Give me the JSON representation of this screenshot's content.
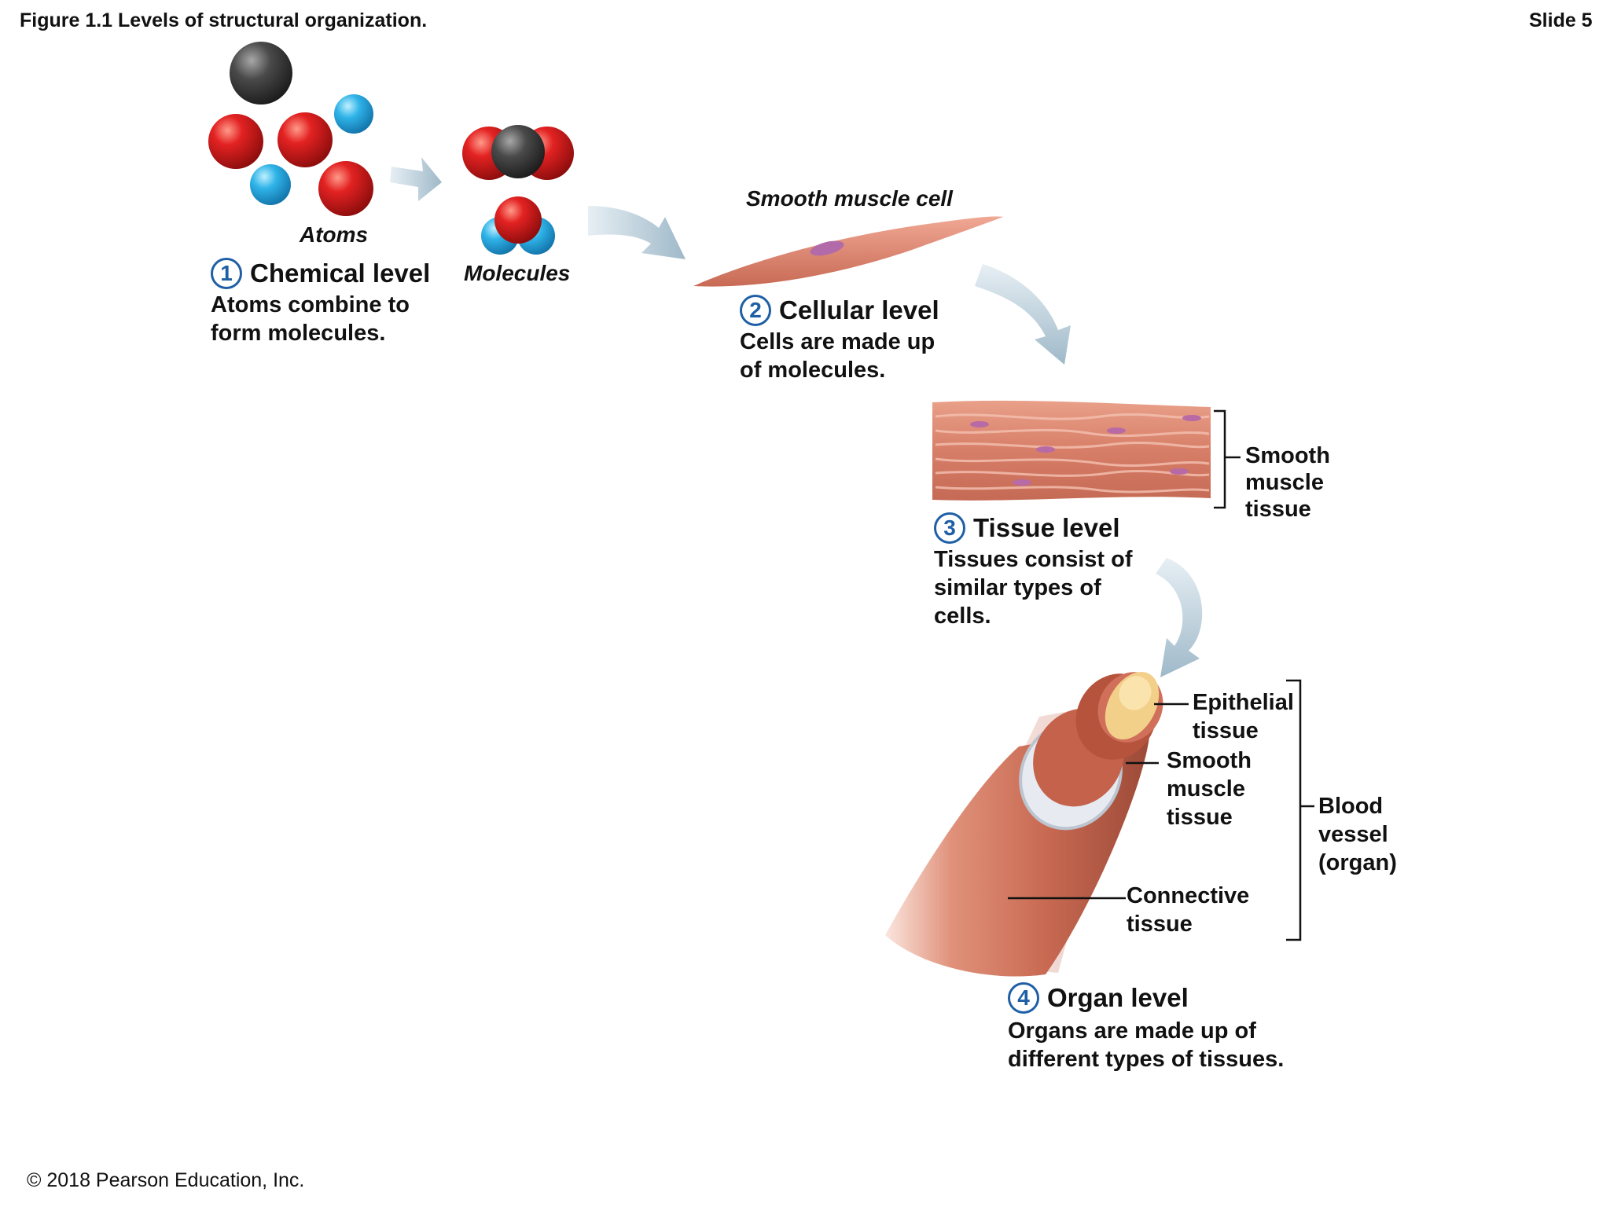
{
  "header": {
    "title": "Figure 1.1 Levels of structural organization.",
    "slide": "Slide 5"
  },
  "labels": {
    "atoms": "Atoms",
    "molecules": "Molecules",
    "smooth_muscle_cell": "Smooth muscle cell",
    "smooth_muscle_tissue": [
      "Smooth",
      "muscle",
      "tissue"
    ],
    "epithelial": [
      "Epithelial",
      "tissue"
    ],
    "smooth_muscle_organ": [
      "Smooth",
      "muscle",
      "tissue"
    ],
    "connective": [
      "Connective",
      "tissue"
    ],
    "blood_vessel": [
      "Blood",
      "vessel",
      "(organ)"
    ]
  },
  "levels": [
    {
      "num": "1",
      "title": "Chemical level",
      "desc": [
        "Atoms combine to",
        "form molecules."
      ]
    },
    {
      "num": "2",
      "title": "Cellular level",
      "desc": [
        "Cells are made up",
        "of molecules."
      ]
    },
    {
      "num": "3",
      "title": "Tissue level",
      "desc": [
        "Tissues consist of",
        "similar types of",
        "cells."
      ]
    },
    {
      "num": "4",
      "title": "Organ level",
      "desc": [
        "Organs are made up of",
        "different types of tissues."
      ]
    }
  ],
  "footer": {
    "copyright": "© 2018 Pearson Education, Inc."
  },
  "colors": {
    "accent": "#1f5fa6",
    "oxygen": "#d01a1a",
    "hydrogen": "#2aa9e0",
    "carbon": "#3a3a3a",
    "muscle": "#d9806a",
    "arrow": "#a9c3d3"
  }
}
